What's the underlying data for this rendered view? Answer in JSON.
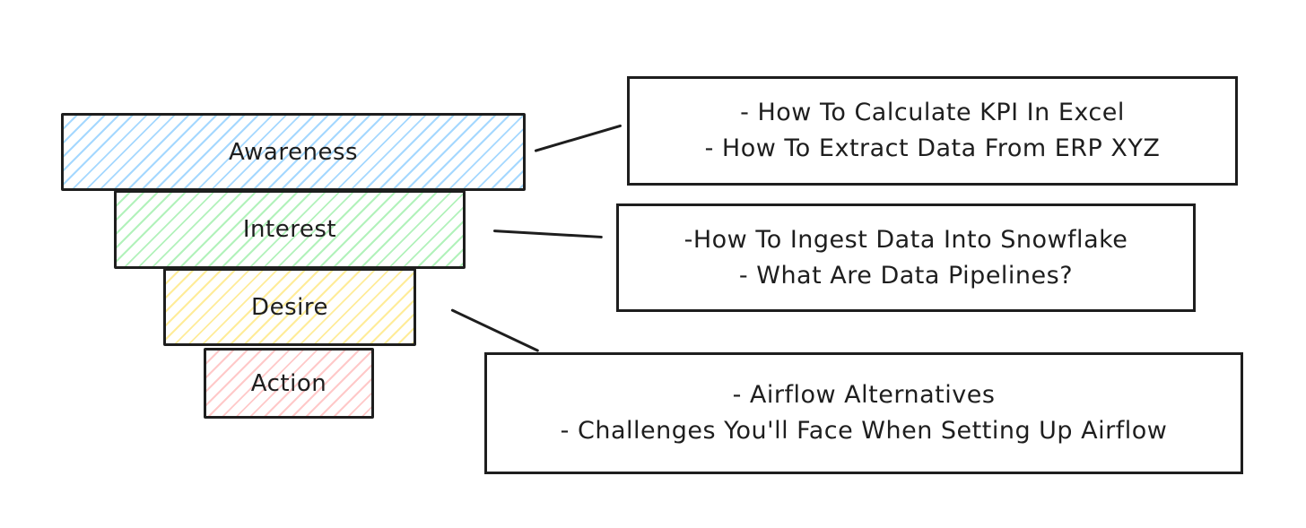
{
  "funnel": {
    "tiers": [
      {
        "label": "Awareness",
        "color": "#a5d8ff"
      },
      {
        "label": "Interest",
        "color": "#b2f2bb"
      },
      {
        "label": "Desire",
        "color": "#ffec99"
      },
      {
        "label": "Action",
        "color": "#ffc9c9"
      }
    ]
  },
  "notes": [
    {
      "lines": [
        "- How To Calculate KPI In Excel",
        "- How To Extract Data From ERP XYZ"
      ]
    },
    {
      "lines": [
        "-How To Ingest Data Into Snowflake",
        "- What Are Data Pipelines?"
      ]
    },
    {
      "lines": [
        "- Airflow Alternatives",
        "- Challenges You'll Face When Setting Up Airflow"
      ]
    }
  ]
}
